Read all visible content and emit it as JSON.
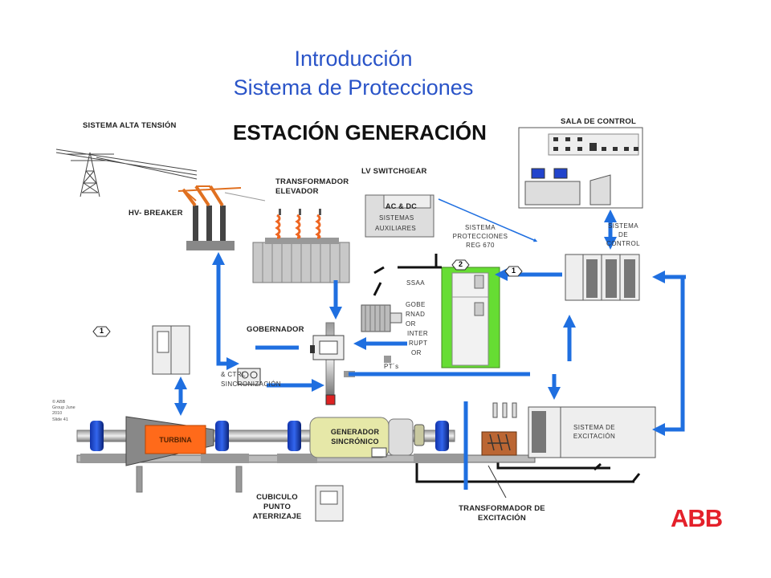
{
  "slide": {
    "title_line1": "Introducción",
    "title_line2": "Sistema de Protecciones",
    "heading": "ESTACIÓN GENERACIÓN",
    "logo_text": "ABB",
    "footer": [
      "© ABB",
      "Group June",
      "2010",
      "Slide 41"
    ]
  },
  "labels": {
    "hv_system": "SISTEMA ALTA TENSIÓN",
    "control_room": "SALA DE CONTROL",
    "step_up_1": "TRANSFORMADOR",
    "step_up_2": "ELEVADOR",
    "hv_breaker": "HV- BREAKER",
    "lv_switchgear": "LV SWITCHGEAR",
    "ac_dc": "AC & DC",
    "aux_1": "SISTEMAS",
    "aux_2": "AUXILIARES",
    "prot_1": "SISTEMA",
    "prot_2": "PROTECCIONES",
    "prot_3": "REG 670",
    "ctrl_1": "SISTEMA",
    "ctrl_2": "DE",
    "ctrl_3": "CONTROL",
    "ssaa": "SSAA",
    "gov_v1": "GOBE",
    "gov_v2": "RNAD",
    "gov_v3": "OR",
    "int_1": "INTER",
    "int_2": "RUPT",
    "int_3": "OR",
    "governor": "GOBERNADOR",
    "sync_1": "& CTRL",
    "sync_2": "SINCRONIZACIÓN",
    "pts": "PT´s",
    "turbine": "TURBINA",
    "gen_1": "GENERADOR",
    "gen_2": "SINCRÓNICO",
    "exc_1": "SISTEMA DE",
    "exc_2": "EXCITACIÓN",
    "ground_1": "CUBICULO",
    "ground_2": "PUNTO",
    "ground_3": "ATERRIZAJE",
    "exc_tr_1": "TRANSFORMADOR DE",
    "exc_tr_2": "EXCITACIÓN",
    "badge_1": "1",
    "badge_2": "2",
    "badge_3": "1"
  },
  "colors": {
    "title": "#2a54c8",
    "arrow": "#1f6fe0",
    "abb": "#e4202a",
    "turbine": "#ff6a1a",
    "tower": "#e07020",
    "relay_bg": "#66dd33",
    "generator": "#e6e8a8"
  }
}
